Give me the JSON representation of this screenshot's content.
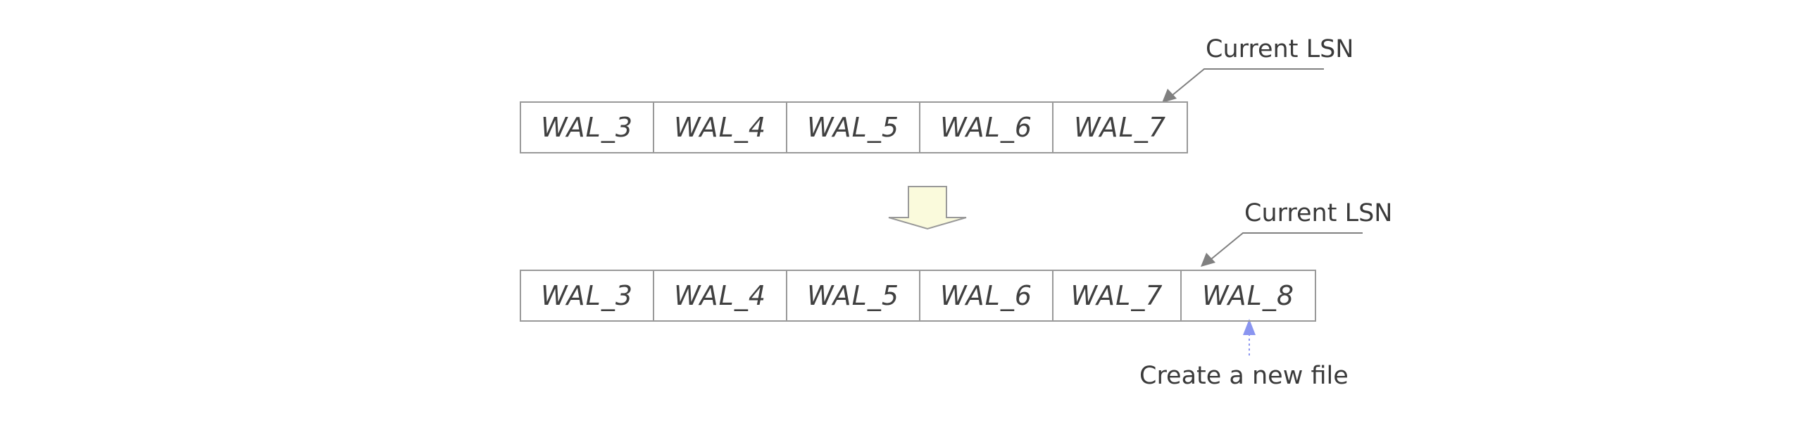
{
  "top_row": {
    "cells": [
      "WAL_3",
      "WAL_4",
      "WAL_5",
      "WAL_6",
      "WAL_7"
    ],
    "pointer_label": "Current LSN"
  },
  "bottom_row": {
    "cells": [
      "WAL_3",
      "WAL_4",
      "WAL_5",
      "WAL_6",
      "WAL_7",
      "WAL_8"
    ],
    "pointer_label": "Current LSN"
  },
  "new_file_label": "Create a new file",
  "colors": {
    "cell_border": "#999999",
    "transition_arrow_fill": "#fafadc",
    "pointer_arrow": "#808080",
    "new_file_arrow": "#8a95f0"
  }
}
